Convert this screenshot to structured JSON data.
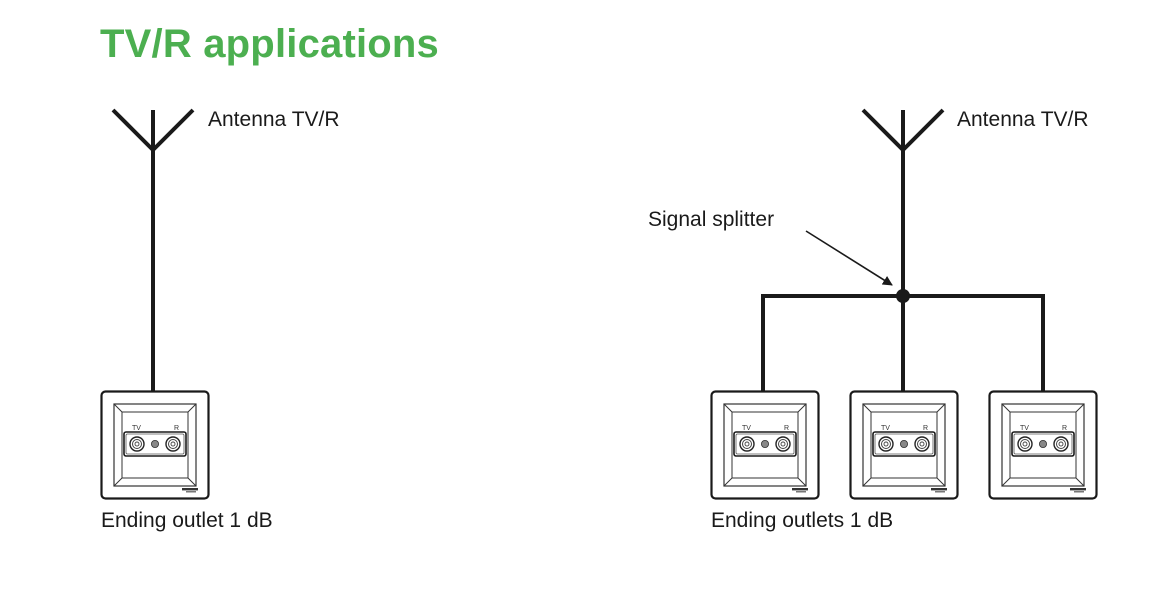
{
  "title": "TV/R applications",
  "colors": {
    "title": "#4caf50",
    "line": "#1a1a1a"
  },
  "left_diagram": {
    "antenna_label": "Antenna TV/R",
    "outlet_caption": "Ending outlet 1 dB",
    "outlets": [
      {
        "tv_label": "TV",
        "r_label": "R"
      }
    ]
  },
  "right_diagram": {
    "antenna_label": "Antenna TV/R",
    "splitter_label": "Signal splitter",
    "outlet_caption": "Ending outlets 1 dB",
    "outlets": [
      {
        "tv_label": "TV",
        "r_label": "R"
      },
      {
        "tv_label": "TV",
        "r_label": "R"
      },
      {
        "tv_label": "TV",
        "r_label": "R"
      }
    ]
  }
}
